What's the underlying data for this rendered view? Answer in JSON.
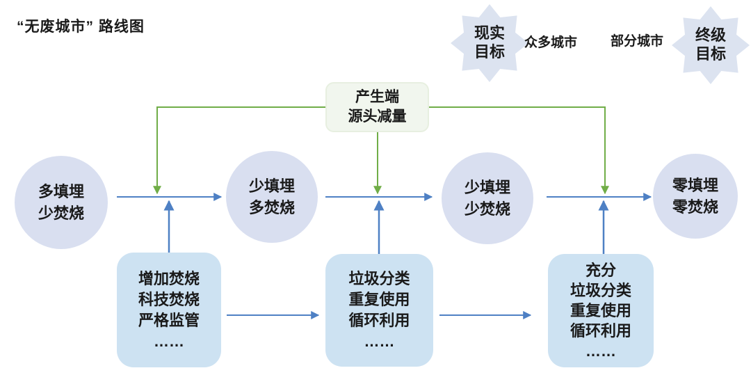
{
  "title": "“无废城市” 路线图",
  "colors": {
    "stage_circle_fill": "#d9dff0",
    "measure_box_fill": "#cde2f2",
    "source_box_fill": "#f1f6ee",
    "star_fill": "#dce3f0",
    "green_line": "#70ad47",
    "blue_line": "#4e80c4",
    "text": "#1a1a1a"
  },
  "legend": {
    "reality_goal": {
      "lines": [
        "现实",
        "目标"
      ]
    },
    "many_cities": "众多城市",
    "some_cities": "部分城市",
    "ultimate_goal": {
      "lines": [
        "终级",
        "目标"
      ]
    }
  },
  "source_reduction": {
    "lines": [
      "产生端",
      "源头减量"
    ]
  },
  "stages": [
    {
      "lines": [
        "多填埋",
        "少焚烧"
      ]
    },
    {
      "lines": [
        "少填埋",
        "多焚烧"
      ]
    },
    {
      "lines": [
        "少填埋",
        "少焚烧"
      ]
    },
    {
      "lines": [
        "零填埋",
        "零焚烧"
      ]
    }
  ],
  "measures": [
    {
      "lines": [
        "增加焚烧",
        "科技焚烧",
        "严格监管",
        "……"
      ]
    },
    {
      "lines": [
        "垃圾分类",
        "重复使用",
        "循环利用",
        "……"
      ]
    },
    {
      "lines": [
        "充分",
        "垃圾分类",
        "重复使用",
        "循环利用",
        "……"
      ]
    }
  ]
}
